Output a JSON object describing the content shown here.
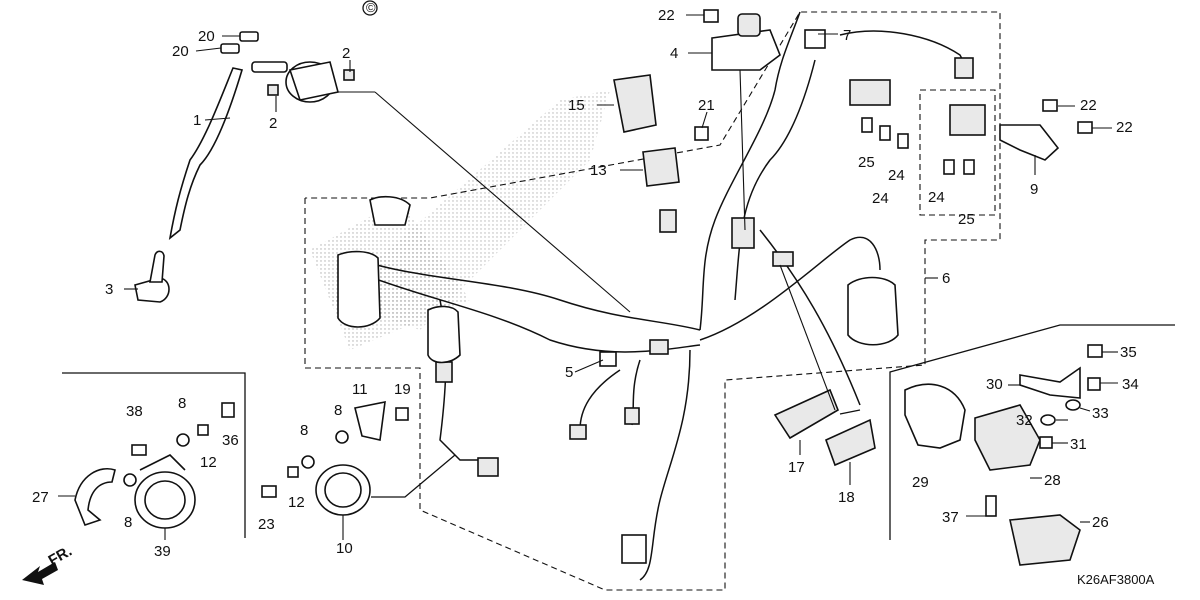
{
  "diagram": {
    "copyright_symbol": "©",
    "front_arrow": "FR.",
    "reference_code": "K26AF3800A",
    "callouts": [
      "20",
      "20",
      "2",
      "2",
      "1",
      "3",
      "22",
      "4",
      "7",
      "15",
      "13",
      "21",
      "25",
      "24",
      "24",
      "24",
      "25",
      "22",
      "22",
      "9",
      "6",
      "5",
      "11",
      "19",
      "8",
      "8",
      "12",
      "23",
      "10",
      "38",
      "8",
      "12",
      "36",
      "27",
      "8",
      "39",
      "17",
      "18",
      "35",
      "30",
      "34",
      "33",
      "32",
      "31",
      "29",
      "28",
      "37",
      "26"
    ]
  }
}
